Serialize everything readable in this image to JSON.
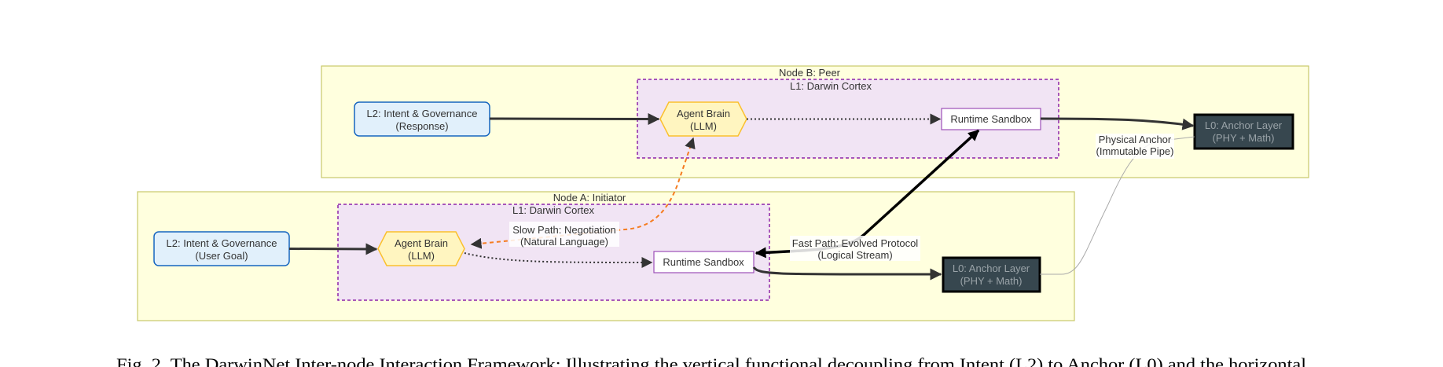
{
  "nodeB": {
    "title": "Node B: Peer",
    "cortex": "L1: Darwin Cortex",
    "l2": [
      "L2: Intent & Governance",
      "(Response)"
    ],
    "brain": [
      "Agent Brain",
      "(LLM)"
    ],
    "sandbox": "Runtime Sandbox",
    "l0": [
      "L0: Anchor Layer",
      "(PHY + Math)"
    ]
  },
  "nodeA": {
    "title": "Node A: Initiator",
    "cortex": "L1: Darwin Cortex",
    "l2": [
      "L2: Intent & Governance",
      "(User Goal)"
    ],
    "brain": [
      "Agent Brain",
      "(LLM)"
    ],
    "sandbox": "Runtime Sandbox",
    "l0": [
      "L0: Anchor Layer",
      "(PHY + Math)"
    ]
  },
  "edges": {
    "slow": [
      "Slow Path: Negotiation",
      "(Natural Language)"
    ],
    "fast": [
      "Fast Path: Evolved Protocol",
      "(Logical Stream)"
    ],
    "physical": [
      "Physical Anchor",
      "(Immutable Pipe)"
    ]
  },
  "caption": "Fig. 2.  The DarwinNet Inter-node Interaction Framework: Illustrating the vertical functional decoupling from Intent (L2) to Anchor (L0) and the horizontal",
  "colors": {
    "node_bg": "#ffffde",
    "node_border": "#c8c86a",
    "cortex_bg": "#f1e4f4",
    "cortex_border": "#8e24aa",
    "l2_bg": "#e1f0fb",
    "l2_border": "#1565c0",
    "brain_bg": "#fff5c0",
    "brain_border": "#fbc02d",
    "l0_bg": "#37474f",
    "slow": "#f57c20"
  }
}
